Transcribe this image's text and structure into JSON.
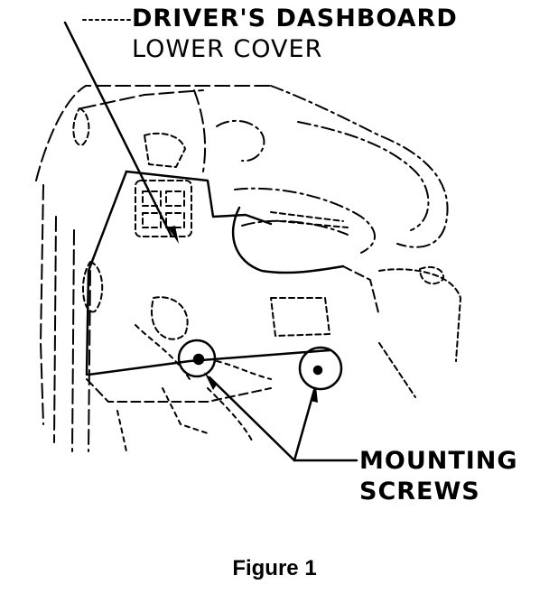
{
  "callouts": {
    "top": {
      "line1": "DRIVER'S DASHBOARD",
      "line2": "LOWER COVER"
    },
    "bottom": {
      "line1": "MOUNTING",
      "line2": "SCREWS"
    }
  },
  "caption": "Figure 1",
  "colors": {
    "ink": "#000000",
    "background": "#ffffff"
  }
}
